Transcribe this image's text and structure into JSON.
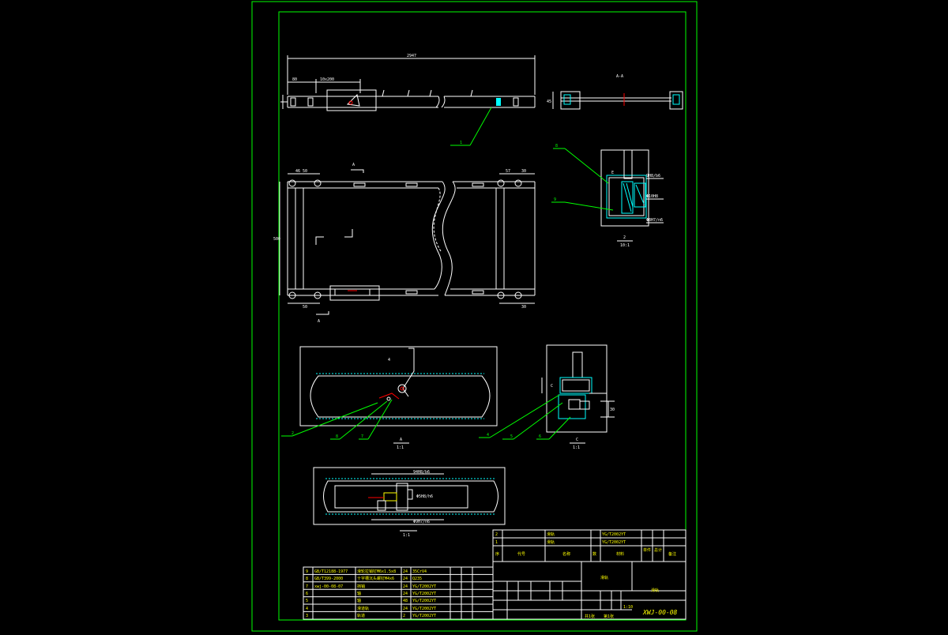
{
  "colors": {
    "background": "#000000",
    "frame": "#00ff00",
    "lines": "#ffffff",
    "hatch": "#00ffff",
    "accent": "#ff0000"
  },
  "leaders": {
    "front_view": "1",
    "detail_a": [
      "8",
      "9"
    ],
    "section_b": [
      "2",
      "8",
      "7"
    ],
    "section_c": [
      "4",
      "5",
      "6"
    ]
  },
  "view_labels": {
    "aa": "A-A",
    "arrow_a_top": "A",
    "arrow_a_bottom": "A",
    "section_b_title": "A",
    "section_b_ratio": "1:1",
    "section_c_title": "C",
    "section_c_ratio": "1:1",
    "detail_title": "2",
    "detail_ratio": "10:1",
    "bottom_ratio": "1:1"
  },
  "bom": [
    {
      "no": "9",
      "code": "GB/T12188-1977",
      "name": "滑轮拉销钉M6x1.5x8",
      "qty": "24",
      "mat": "35CrV4"
    },
    {
      "no": "8",
      "code": "GB/T399-2000",
      "name": "十字槽沉头螺钉M4x6",
      "qty": "24",
      "mat": "Q235"
    },
    {
      "no": "7",
      "code": "xwj-00-08-07",
      "name": "挡销",
      "qty": "24",
      "mat": "YG/T2002YT"
    },
    {
      "no": "6",
      "code": "",
      "name": "轴",
      "qty": "24",
      "mat": "YG/T2002YT"
    },
    {
      "no": "5",
      "code": "",
      "name": "轴",
      "qty": "48",
      "mat": "YG/T2002YT"
    },
    {
      "no": "4",
      "code": "",
      "name": "滑道轨",
      "qty": "24",
      "mat": "YG/T2002YT"
    },
    {
      "no": "3",
      "code": "",
      "name": "轨道",
      "qty": "2",
      "mat": "YG/T2002YT"
    }
  ],
  "title_block": {
    "part_name": "滑轨",
    "drawing_no": "XWJ-00-08",
    "material_box": "滑轨",
    "scale": "1:10",
    "sheet_total": "共1张",
    "sheet_no": "第1张",
    "head_cells": [
      "序",
      "代号",
      "名称",
      "数",
      "材料",
      "单件",
      "总计",
      "备注"
    ]
  }
}
